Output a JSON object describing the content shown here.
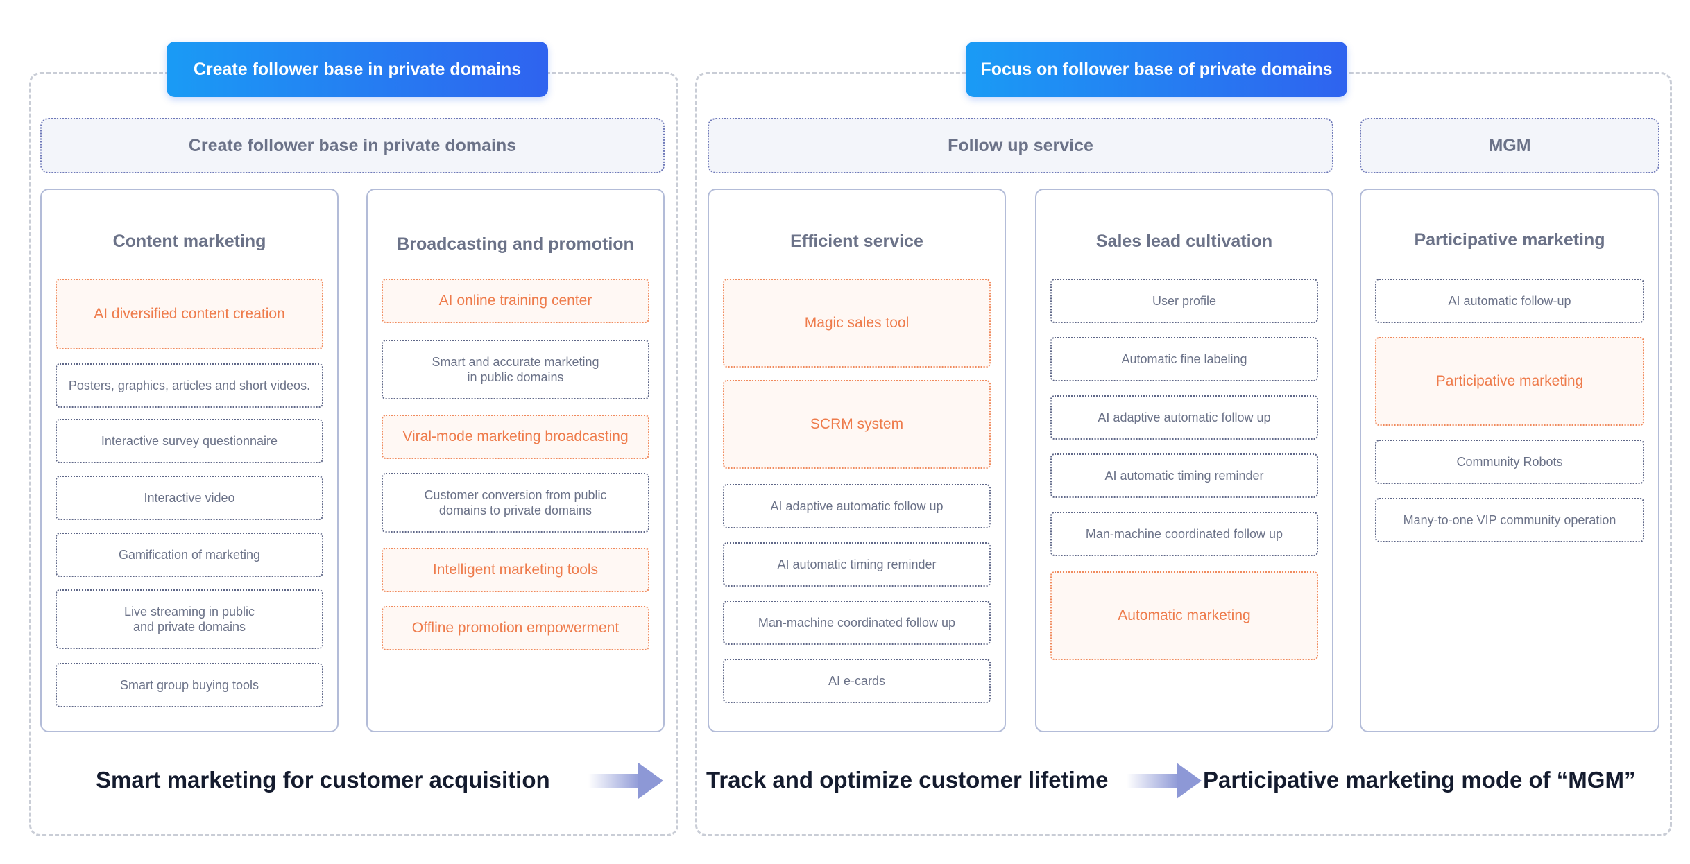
{
  "sections": {
    "left": {
      "title": "Create follower base in private domains"
    },
    "right": {
      "title": "Focus on follower base of private domains"
    }
  },
  "groups": [
    {
      "title": "Create follower base in private domains"
    },
    {
      "title": "Follow up service"
    },
    {
      "title": "MGM"
    }
  ],
  "columns": [
    {
      "title": "Content marketing",
      "items": [
        {
          "text": "AI diversified content creation",
          "highlight": true
        },
        {
          "text": "Posters, graphics, articles and short videos.",
          "highlight": false
        },
        {
          "text": "Interactive survey questionnaire",
          "highlight": false
        },
        {
          "text": "Interactive video",
          "highlight": false
        },
        {
          "text": "Gamification of marketing",
          "highlight": false
        },
        {
          "text": "Live streaming in public\nand private domains",
          "highlight": false
        },
        {
          "text": "Smart group buying tools",
          "highlight": false
        }
      ]
    },
    {
      "title": "Broadcasting and promotion",
      "items": [
        {
          "text": "AI online training center",
          "highlight": true
        },
        {
          "text": "Smart and accurate marketing\nin public domains",
          "highlight": false
        },
        {
          "text": "Viral-mode marketing broadcasting",
          "highlight": true
        },
        {
          "text": "Customer conversion from public\ndomains to private domains",
          "highlight": false
        },
        {
          "text": "Intelligent marketing tools",
          "highlight": true
        },
        {
          "text": "Offline promotion empowerment",
          "highlight": true
        }
      ]
    },
    {
      "title": "Efficient service",
      "items": [
        {
          "text": "Magic sales tool",
          "highlight": true
        },
        {
          "text": "SCRM system",
          "highlight": true
        },
        {
          "text": "AI adaptive automatic follow up",
          "highlight": false
        },
        {
          "text": "AI automatic timing reminder",
          "highlight": false
        },
        {
          "text": "Man-machine coordinated follow up",
          "highlight": false
        },
        {
          "text": "AI e-cards",
          "highlight": false
        }
      ]
    },
    {
      "title": "Sales lead cultivation",
      "items": [
        {
          "text": "User profile",
          "highlight": false
        },
        {
          "text": "Automatic fine labeling",
          "highlight": false
        },
        {
          "text": "AI adaptive automatic follow up",
          "highlight": false
        },
        {
          "text": "AI automatic timing reminder",
          "highlight": false
        },
        {
          "text": "Man-machine coordinated follow up",
          "highlight": false
        },
        {
          "text": "Automatic marketing",
          "highlight": true
        }
      ]
    },
    {
      "title": "Participative marketing",
      "items": [
        {
          "text": "AI automatic follow-up",
          "highlight": false
        },
        {
          "text": "Participative marketing",
          "highlight": true
        },
        {
          "text": "Community Robots",
          "highlight": false
        },
        {
          "text": "Many-to-one VIP community operation",
          "highlight": false
        }
      ]
    }
  ],
  "captions": [
    "Smart marketing for customer acquisition",
    "Track and optimize customer lifetime",
    "Participative marketing mode of “MGM”"
  ],
  "colors": {
    "title_gradient_start": "#1a9bf5",
    "title_gradient_end": "#2f63ef",
    "highlight_text": "#ee7b4b",
    "highlight_border": "#f08a5d",
    "arrow": "#8d98d6"
  }
}
